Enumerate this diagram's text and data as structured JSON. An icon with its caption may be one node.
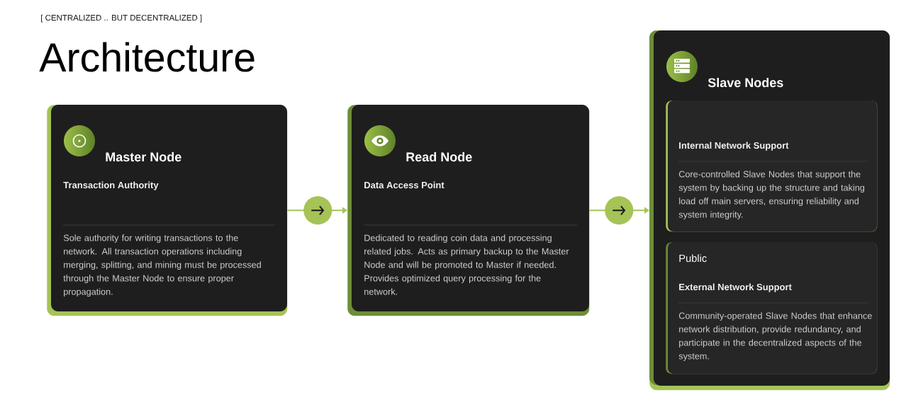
{
  "diagram": {
    "title": "Architecture",
    "nodes": [
      {
        "text": [
          "Master Node",
          "Transaction Authority",
          "Sole authority for writing transactions to the network. All transaction operations including merging, splitting, and mining must be processed through the Master Node to ensure proper propagation."
        ]
      },
      {
        "text": [
          "Read Node",
          "Data Access Point",
          "Dedicated to reading coin data and processing related jobs. Acts as primary backup to the Master Node and will be promoted to Master if needed. Provides optimized query processing for the network."
        ]
      },
      {
        "text": [
          "Slave Nodes"
        ]
      },
      {
        "text": [
          "Internal Network Support",
          "Core-controlled Slave Nodes that support the system by backing up the structure and taking load off main servers, ensuring reliability and system integrity."
        ],
        "in": 2
      },
      {
        "text": [
          "Public",
          "External Network Support",
          "Community-operated Slave Nodes that enhance network distribution, provide redundancy, and participate in the decentralized aspects of the system."
        ],
        "in": 2
      }
    ],
    "edges": [
      {
        "from": 0,
        "to": 1,
        "arrow": "to"
      },
      {
        "from": 1,
        "to": 2,
        "arrow": "to"
      }
    ],
    "labels": [
      "[ CENTRALIZED .. BUT DECENTRALIZED ]"
    ]
  }
}
